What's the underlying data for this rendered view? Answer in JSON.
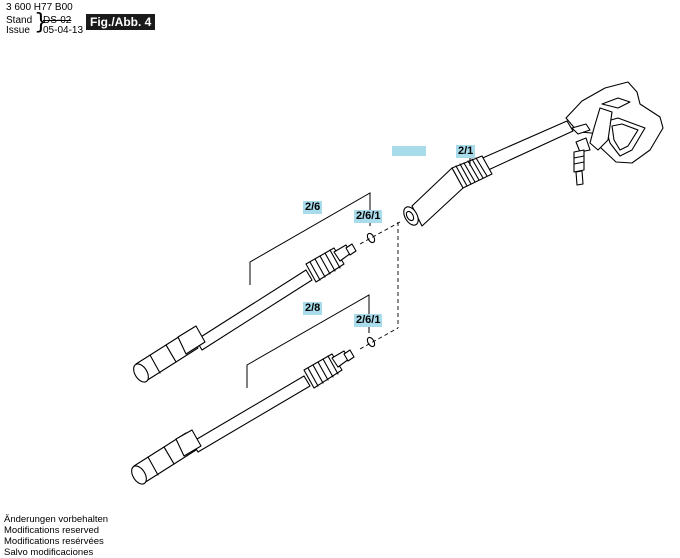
{
  "header": {
    "part_number": "3 600 H77 B00",
    "stand_label": "Stand",
    "issue_label": "Issue",
    "stand_old": "DS-02",
    "issue_date": "05-04-13",
    "figure_label": "Fig./Abb. 4"
  },
  "callouts": {
    "blank": "",
    "gun": "2/1",
    "lance_upper": "2/6",
    "seal_upper": "2/6/1",
    "lance_lower": "2/8",
    "seal_lower": "2/6/1"
  },
  "footer": {
    "lines": [
      "Änderungen vorbehalten",
      "Modifications reserved",
      "Modifications resérvées",
      "Salvo modificaciones"
    ]
  },
  "colors": {
    "callout_bg": "#a9dceb",
    "figure_label_bg": "#1a1a1a",
    "line": "#000000"
  }
}
